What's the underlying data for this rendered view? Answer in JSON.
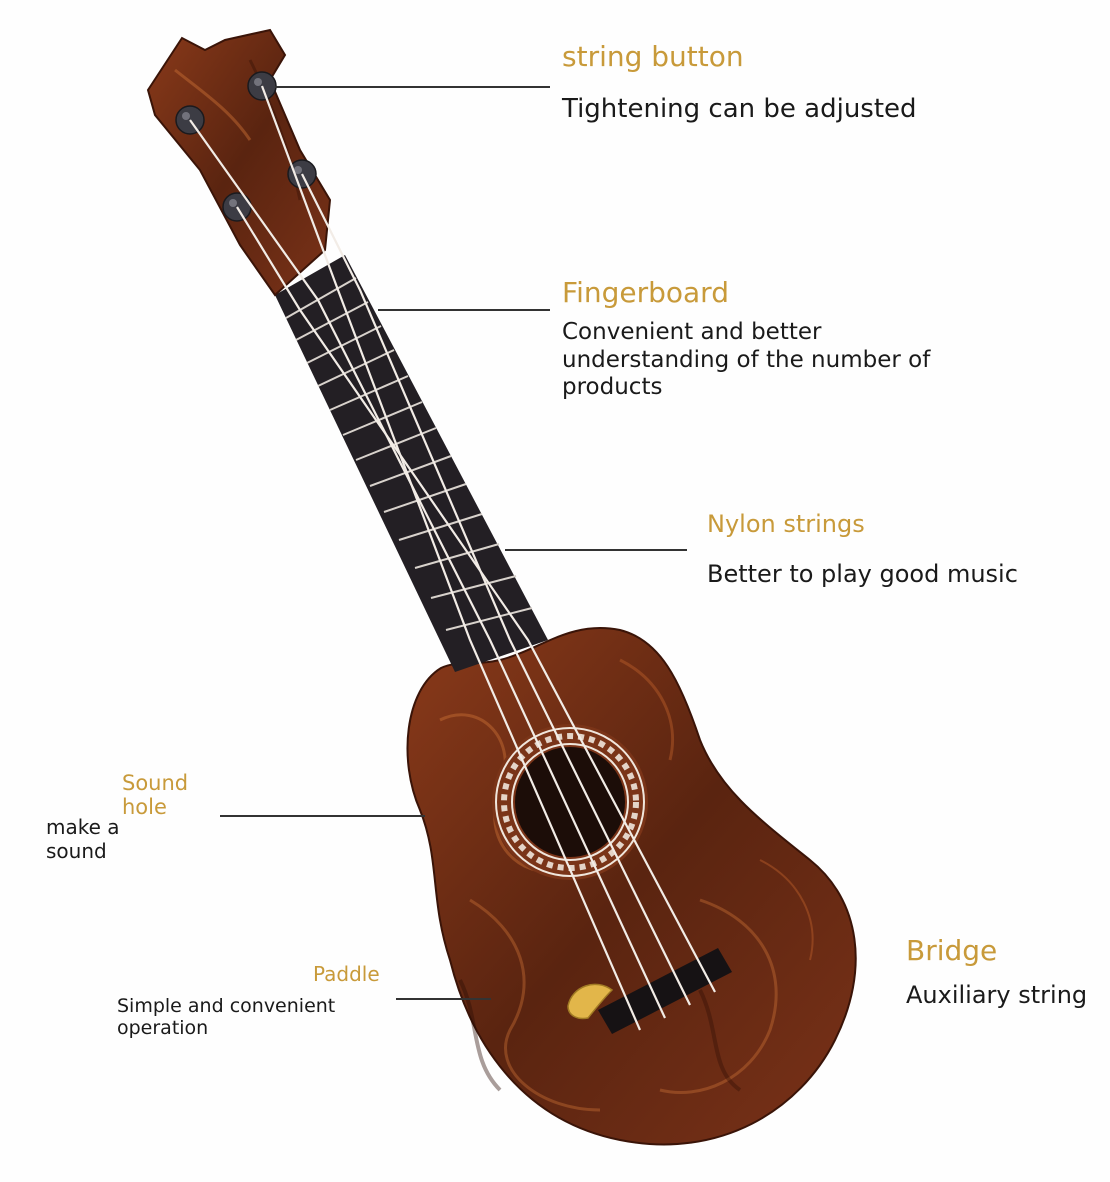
{
  "callouts": {
    "string_button": {
      "title": "string button",
      "desc": "Tightening can be adjusted"
    },
    "fingerboard": {
      "title": "Fingerboard",
      "desc_lines": [
        "Convenient and better",
        "understanding of the number of",
        "products"
      ]
    },
    "nylon_strings": {
      "title": "Nylon strings",
      "desc": "Better to play good music"
    },
    "sound_hole": {
      "title_lines": [
        "Sound",
        "hole"
      ],
      "desc_lines": [
        "make a",
        "sound"
      ]
    },
    "paddle": {
      "title": "Paddle",
      "desc_lines": [
        "Simple and convenient",
        "operation"
      ]
    },
    "bridge": {
      "title": "Bridge",
      "desc": "Auxiliary string"
    }
  },
  "colors": {
    "label_accent": "#c89a3a",
    "wood_dark": "#4a1c0e",
    "wood_mid": "#7a3418",
    "wood_light": "#a8552a",
    "fingerboard": "#231f24",
    "strings": "#f2ece6",
    "pick": "#e2b64a"
  }
}
